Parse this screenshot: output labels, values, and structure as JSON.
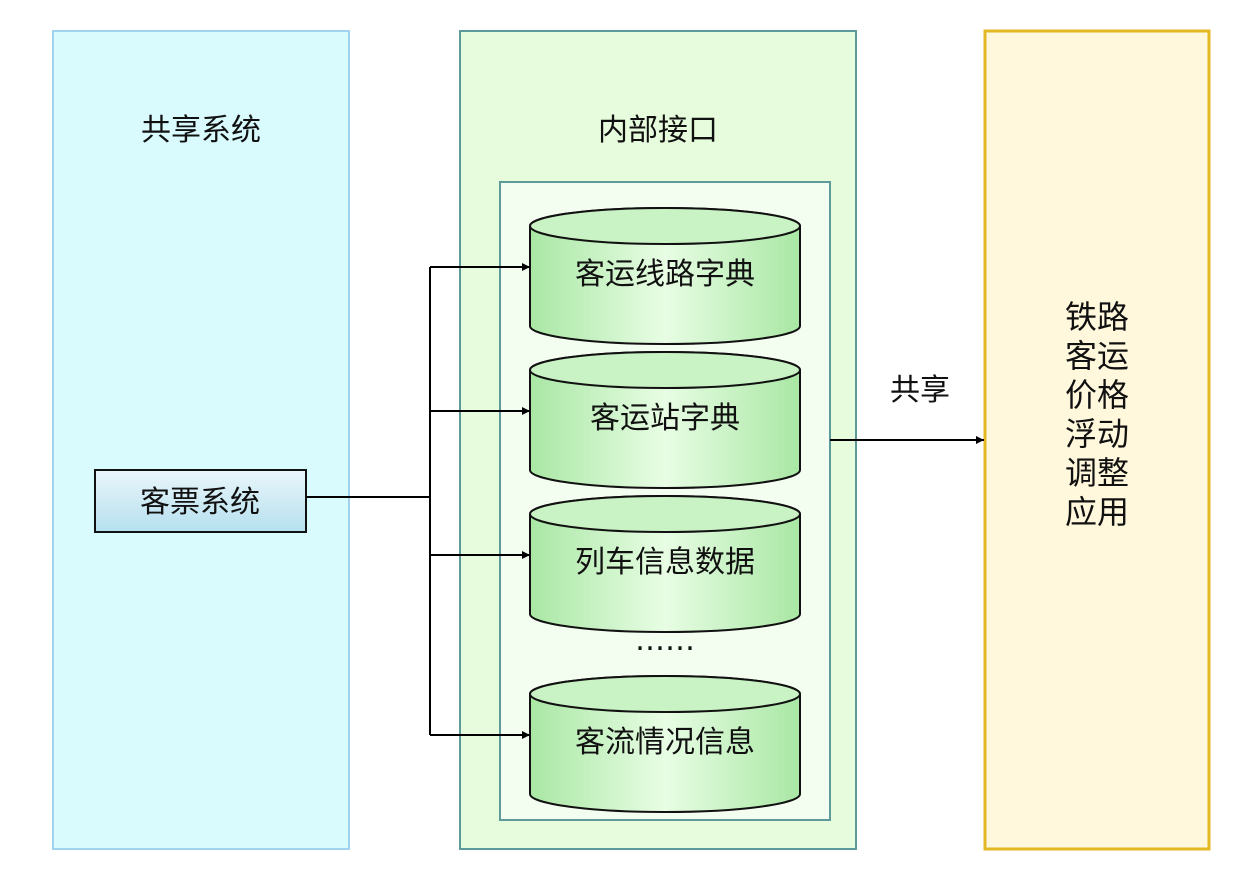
{
  "panels": {
    "shared": {
      "title": "共享系统",
      "color": "#9fd3ee",
      "fill": "#d9fbfd"
    },
    "internal": {
      "title": "内部接口",
      "color": "#5d9a99",
      "fill": "#e6fcdc"
    },
    "app": {
      "title": "铁路\n客运\n价格\n浮动\n调整\n应用",
      "color": "#e3b824",
      "fill": "#fff8dc"
    }
  },
  "ticket_system": {
    "label": "客票系统"
  },
  "databases": [
    {
      "label": "客运线路字典"
    },
    {
      "label": "客运站字典"
    },
    {
      "label": "列车信息数据"
    },
    {
      "label": "客流情况信息"
    }
  ],
  "ellipsis": "……",
  "share_label": "共享"
}
